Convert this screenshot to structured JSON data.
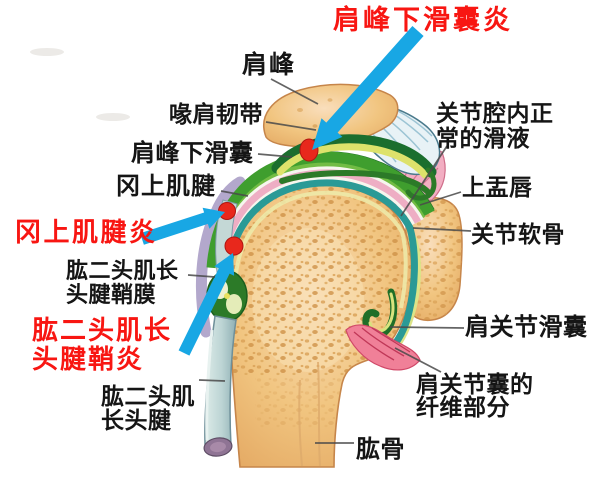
{
  "figure": {
    "annotations": {
      "acromion": "肩峰",
      "coracoacromial_ligament": "喙肩韧带",
      "subacromial_bursa": "肩峰下滑囊",
      "supraspinatus_tendon": "冈上肌腱",
      "normal_joint_fluid": "关节腔内正\n常的滑液",
      "superior_labrum": "上盂唇",
      "articular_cartilage": "关节软骨",
      "shoulder_joint_bursa": "肩关节滑囊",
      "fibrous_joint_capsule": "肩关节囊的\n纤维部分",
      "humerus": "肱骨",
      "biceps_long_head_sheath": "肱二头肌长\n头腱鞘膜",
      "biceps_long_head_tendon": "肱二头肌\n长头腱"
    },
    "disease_annotations": {
      "subacromial_bursitis": "肩峰下滑囊炎",
      "supraspinatus_tendinitis": "冈上肌腱炎",
      "biceps_tenosynovitis": "肱二头肌长\n头腱鞘炎"
    },
    "colors": {
      "disease_text_red": "#f81612",
      "arrow_blue": "#18a7e4",
      "marker_dot_red": "#e8281c",
      "leader_line": "#4a4a4a",
      "bone_tan": "#f1c580"
    }
  }
}
